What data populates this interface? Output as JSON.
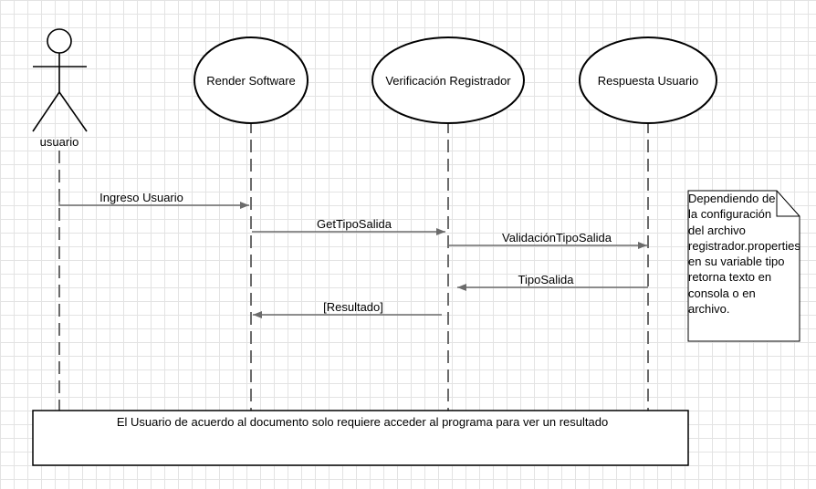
{
  "actor": {
    "label": "usuario"
  },
  "lifelines": [
    {
      "label": "Render Software"
    },
    {
      "label": "Verificación Registrador"
    },
    {
      "label": "Respuesta Usuario"
    }
  ],
  "messages": [
    {
      "label": "Ingreso Usuario"
    },
    {
      "label": "GetTipoSalida"
    },
    {
      "label": "ValidaciónTipoSalida"
    },
    {
      "label": "TipoSalida"
    },
    {
      "label": "[Resultado]"
    }
  ],
  "note": {
    "text": "Dependiendo de\nla configuración\ndel archivo\nregistrador.properties\nen su variable tipo\nretorna texto en\nconsola o en\narchivo."
  },
  "footer": {
    "text": "El Usuario de acuerdo al documento solo requiere acceder al programa para ver un resultado"
  }
}
